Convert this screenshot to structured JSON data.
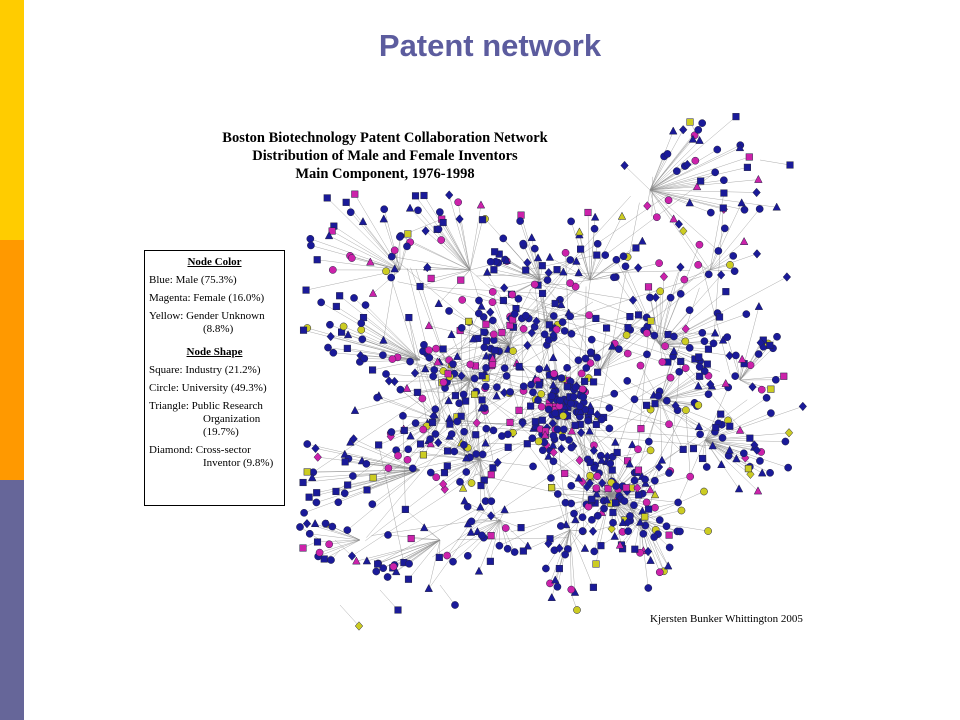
{
  "slide": {
    "title": "Patent network"
  },
  "figure": {
    "title_lines": [
      "Boston Biotechnology Patent Collaboration Network",
      "Distribution of Male and Female Inventors",
      "Main Component, 1976-1998"
    ],
    "credit": "Kjersten Bunker Whittington 2005"
  },
  "legend": {
    "color_heading": "Node Color",
    "color_items": [
      "Blue: Male  (75.3%)",
      "Magenta: Female (16.0%)",
      "Yellow: Gender Unknown"
    ],
    "color_item3_cont": "(8.8%)",
    "shape_heading": "Node Shape",
    "shape_items": [
      "Square: Industry (21.2%)",
      "Circle: University (49.3%)",
      "Triangle:  Public Research"
    ],
    "shape_item3_cont": [
      "Organization",
      "(19.7%)"
    ],
    "shape_item4": "Diamond:  Cross-sector",
    "shape_item4_cont": "Inventor (9.8%)"
  },
  "colors": {
    "male": "#1a1a99",
    "female": "#cc22aa",
    "unknown": "#cccc22",
    "edge": "#888888",
    "title": "#5c5c9e",
    "bar_top": "#ffcc00",
    "bar_mid": "#ff9900",
    "bar_bottom": "#666699"
  },
  "distribution": {
    "color_percent": {
      "male": 75.3,
      "female": 16.0,
      "unknown": 8.8
    },
    "shape_percent": {
      "square": 21.2,
      "circle": 49.3,
      "triangle": 19.7,
      "diamond": 9.8
    }
  }
}
